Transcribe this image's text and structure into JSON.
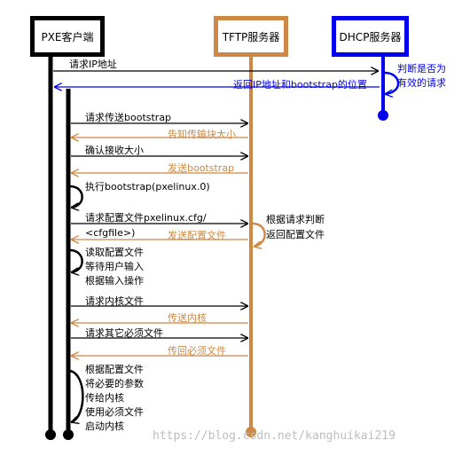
{
  "actors": {
    "pxe_client": "PXE客户端",
    "tftp_server": "TFTP服务器",
    "dhcp_server": "DHCP服务器"
  },
  "colors": {
    "client": "#000000",
    "tftp": "#cc8844",
    "dhcp": "#0000ee"
  },
  "messages": {
    "m1": "请求IP地址",
    "m2": "返回IP地址和bootstrap的位置",
    "m3": "请求传送bootstrap",
    "m4": "告知传输块大小",
    "m5": "确认接收大小",
    "m6": "发送bootstrap",
    "m7_line1": "请求配置文件pxelinux.cfg/",
    "m7_line2": "<cfgfile>)",
    "m8": "发送配置文件",
    "m9": "请求内核文件",
    "m10": "传送内核",
    "m11": "请求其它必须文件",
    "m12": "传回必须文件"
  },
  "self_notes": {
    "dhcp_judge_line1": "判断是否为",
    "dhcp_judge_line2": "有效的请求",
    "exec_bootstrap": "执行bootstrap(pxelinux.0)",
    "tftp_judge_line1": "根据请求判断",
    "tftp_judge_line2": "返回配置文件",
    "read_config_line1": "读取配置文件",
    "read_config_line2": "等待用户输入",
    "read_config_line3": "根据输入操作",
    "final_line1": "根据配置文件",
    "final_line2": "将必要的参数",
    "final_line3": "传给内核",
    "final_line4": "使用必须文件",
    "final_line5": "启动内核"
  },
  "watermark": "https://blog.csdn.net/kanghuikai219"
}
